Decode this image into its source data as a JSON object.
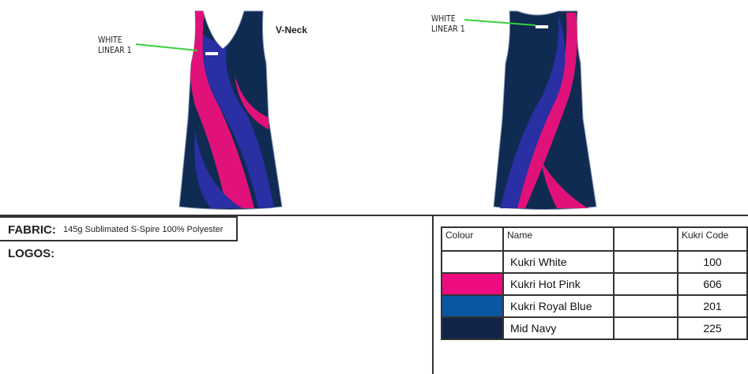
{
  "front": {
    "neck_label": "V-Neck",
    "logo_callout": [
      "WHITE",
      "LINEAR 1"
    ]
  },
  "back": {
    "logo_callout": [
      "WHITE",
      "LINEAR 1"
    ]
  },
  "fabric": {
    "label": "FABRIC:",
    "value": "145g Sublimated S-Spire 100% Polyester"
  },
  "logos": {
    "label": "LOGOS:"
  },
  "colour_table": {
    "headers": [
      "Colour",
      "Name",
      "",
      "Kukri Code"
    ],
    "rows": [
      {
        "swatch": "#ffffff",
        "name": "Kukri White",
        "code": "100"
      },
      {
        "swatch": "#ee0c80",
        "name": "Kukri Hot Pink",
        "code": "606"
      },
      {
        "swatch": "#0a56a0",
        "name": "Kukri Royal Blue",
        "code": "201"
      },
      {
        "swatch": "#13244a",
        "name": "Mid Navy",
        "code": "225"
      }
    ]
  },
  "colors": {
    "navy": "#0f2b52",
    "pink": "#e0127a",
    "royal": "#2a2fa3",
    "callout_line": "#3ccf3c"
  }
}
